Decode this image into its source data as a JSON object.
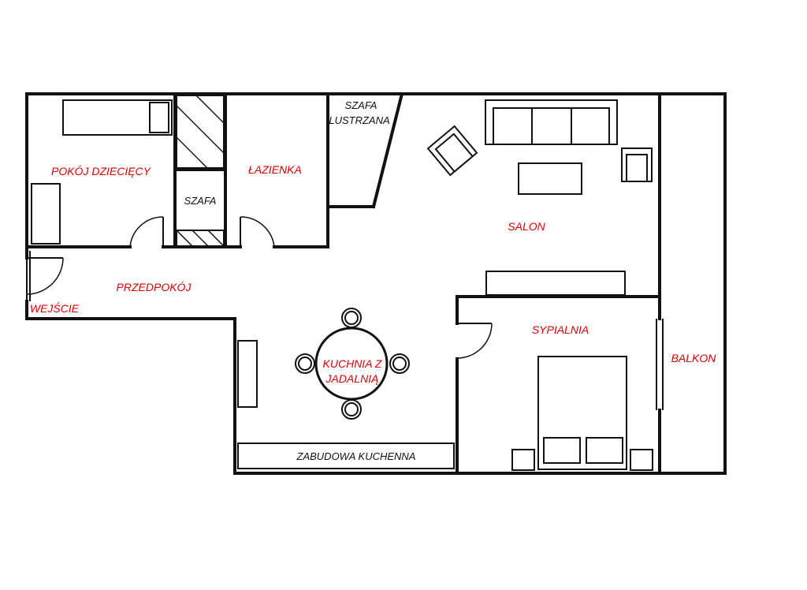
{
  "colors": {
    "room_label": "#e00000",
    "fixture_label": "#111111",
    "walls": "#111111",
    "background": "#ffffff"
  },
  "rooms": {
    "pokoj_dzieciecy": "POKÓJ DZIECIĘCY",
    "lazienka": "ŁAZIENKA",
    "salon": "SALON",
    "przedpokoj": "PRZEDPOKÓJ",
    "wejscie": "WEJŚCIE",
    "kuchnia_line1": "KUCHNIA Z",
    "kuchnia_line2": "JADALNIĄ",
    "sypialnia": "SYPIALNIA",
    "balkon": "BALKON"
  },
  "fixtures": {
    "szafa": "SZAFA",
    "szafa_lustrzana_line1": "SZAFA",
    "szafa_lustrzana_line2": "LUSTRZANA",
    "zabudowa_kuchenna": "ZABUDOWA KUCHENNA"
  }
}
